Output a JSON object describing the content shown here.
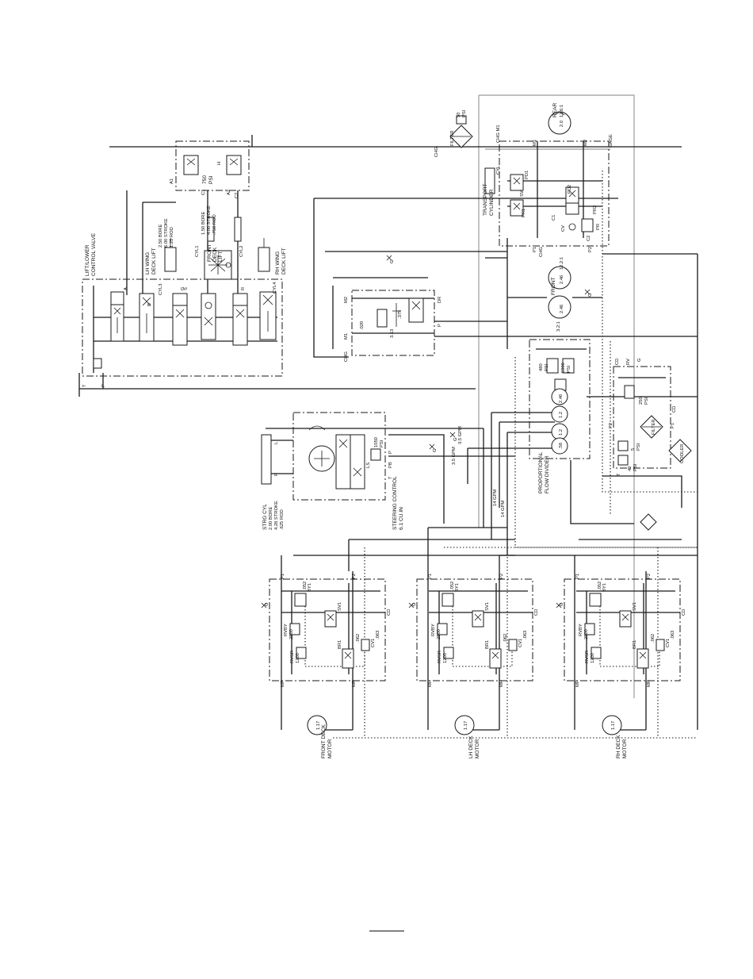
{
  "diagram": {
    "lift": {
      "valve_title": [
        "LIFT/LOWER",
        "CONTROL VALVE"
      ],
      "lh_wing": [
        "LH WING",
        "DECK LIFT"
      ],
      "rh_wing": [
        "RH WING",
        "DECK LIFT"
      ],
      "lh_cyl_spec": [
        "2.50 BORE",
        "6.00 STROKE",
        "1.25 ROD"
      ],
      "front_cyl_spec": [
        "1.50 BORE",
        "4.00 STROKE",
        ".750 ROD"
      ],
      "front_deck": [
        "FRONT",
        "DECK",
        "LIFT"
      ],
      "cyl_labels": [
        "CYL3",
        "CYL1",
        "CYL2",
        "CYL4"
      ],
      "ports": [
        "A1",
        "A2",
        "C1",
        "C2",
        "B",
        "A",
        "P",
        "T",
        "G",
        "H",
        "S",
        "R"
      ],
      "relief": [
        "750",
        "PSI"
      ]
    },
    "mid": {
      "motor_ports": [
        "M1",
        "M2",
        "CHG",
        "DR",
        "P"
      ],
      "orifice": ".020",
      "gauge": "G",
      "small_vals": [
        ".375",
        "3.13"
      ]
    },
    "transport": {
      "label": [
        "TRANSPORT",
        "CYLINDER"
      ],
      "valve_labels": [
        "PD1",
        "PD2",
        "SV",
        "PR1",
        "PR2",
        "CV",
        "C1",
        "C2",
        "PR"
      ],
      "ports": [
        "CHG",
        "M1",
        "M2",
        "P1",
        "P2",
        "CYL",
        "CHG M1",
        "GAGE"
      ]
    },
    "filter_top": {
      "label": "FILTER",
      "relief": [
        "50",
        "PSI"
      ],
      "port": "CHG"
    },
    "rear": {
      "label": "REAR",
      "disp": "2.0",
      "ratio": "12.6:1"
    },
    "front": {
      "label": "FRONT",
      "disp_a": "2.46",
      "disp_b": "2.46",
      "ratio_a": "12.2:1",
      "ratio_b": "3.2:1",
      "gauge": "G"
    },
    "flow_divider": {
      "label": [
        "PROPORTIONAL",
        "FLOW DIVIDER"
      ],
      "relief_a": [
        "480",
        "PSI"
      ],
      "relief_b": [
        "5900",
        "PSI"
      ],
      "pump_disp": [
        "2.46",
        "1.2",
        "1.2",
        ".58"
      ]
    },
    "cooler_group": {
      "filter": "FILTER",
      "cooler": "COOLER",
      "relief_hi": [
        "250",
        "PSI"
      ],
      "relief_mid": [
        "5",
        "PSI"
      ],
      "relief_lo": [
        "40",
        "PSI"
      ],
      "ports": [
        "RV",
        "CD",
        "P1",
        "P2",
        "T",
        "G",
        "CD"
      ]
    },
    "steering": {
      "cyl": [
        "STRG CYL",
        "2.00 BORE",
        "4.28 STROKE",
        ".625 ROD"
      ],
      "control": [
        "STEERING CONTROL",
        "6.1 CU.IN"
      ],
      "relief": [
        "1050",
        "PSI"
      ],
      "ports": [
        "L",
        "R",
        "P",
        "T",
        "PB",
        "LS"
      ],
      "flows": [
        "3.5 GPM",
        "3.5 GPM",
        "14 GPM",
        "14 GPM"
      ],
      "gauge": "G"
    },
    "decks": [
      {
        "label": [
          "FRONT DECK",
          "MOTOR"
        ],
        "disp": "1.17"
      },
      {
        "label": [
          "LH DECK",
          "MOTOR"
        ],
        "disp": "1.17"
      },
      {
        "label": [
          "RH DECK",
          "MOTOR"
        ],
        "disp": "1.17"
      }
    ],
    "deck_common": {
      "ports": [
        "P1",
        "P2",
        "MP",
        "MR",
        "CD",
        "G"
      ],
      "valves": [
        "BY1",
        "SV1",
        "RVBY",
        "RVSR",
        "BR1",
        "CV1"
      ],
      "vals": [
        ".052",
        "2500",
        "1200",
        ".063",
        ".062"
      ]
    }
  }
}
